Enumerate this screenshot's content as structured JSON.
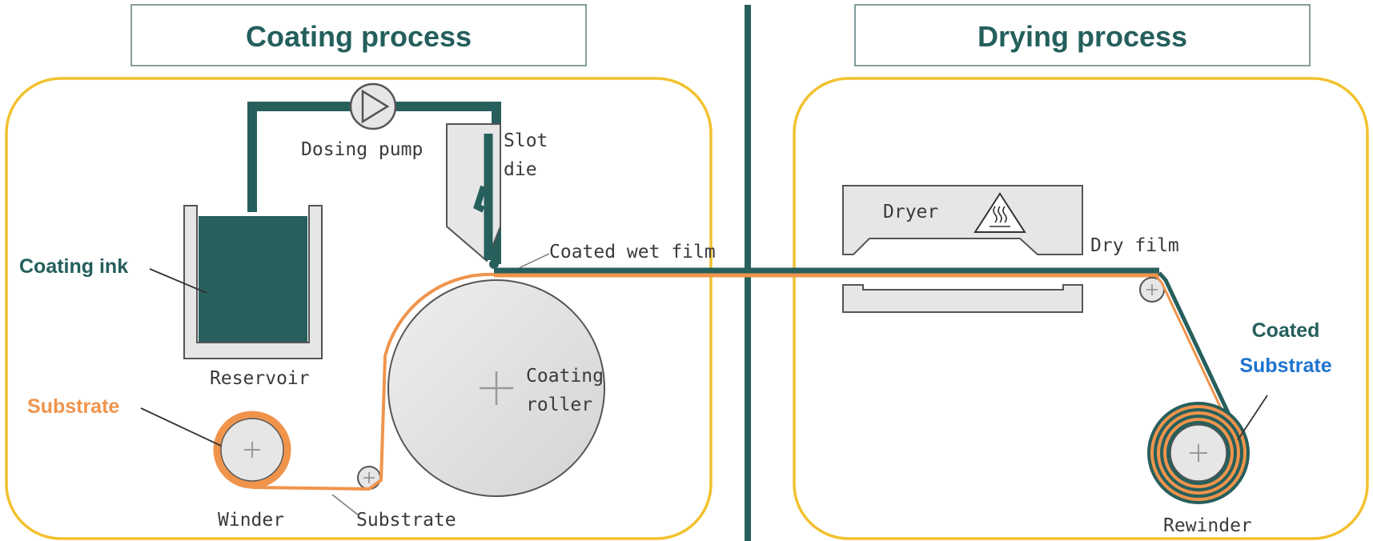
{
  "headers": {
    "coating": "Coating process",
    "drying": "Drying process"
  },
  "labels": {
    "dosing_pump": "Dosing pump",
    "slot_die_line1": "Slot",
    "slot_die_line2": "die",
    "coated_wet_film": "Coated wet film",
    "reservoir": "Reservoir",
    "coating_roller_line1": "Coating",
    "coating_roller_line2": "roller",
    "winder": "Winder",
    "substrate_path": "Substrate",
    "dryer": "Dryer",
    "dry_film": "Dry film",
    "rewinder": "Rewinder"
  },
  "callouts": {
    "coating_ink": "Coating ink",
    "substrate": "Substrate",
    "coated": "Coated",
    "coated_substrate": "Substrate"
  },
  "colors": {
    "teal": "#275f5c",
    "orange": "#f0944c",
    "gold": "#f2c12e",
    "blue": "#1f73d0",
    "gray_fill": "#e6e6e6",
    "gray_stroke": "#555555"
  },
  "icons": {
    "heat": "heat-warning-icon",
    "pump": "pump-arrow-icon",
    "plus": "plus-icon"
  }
}
